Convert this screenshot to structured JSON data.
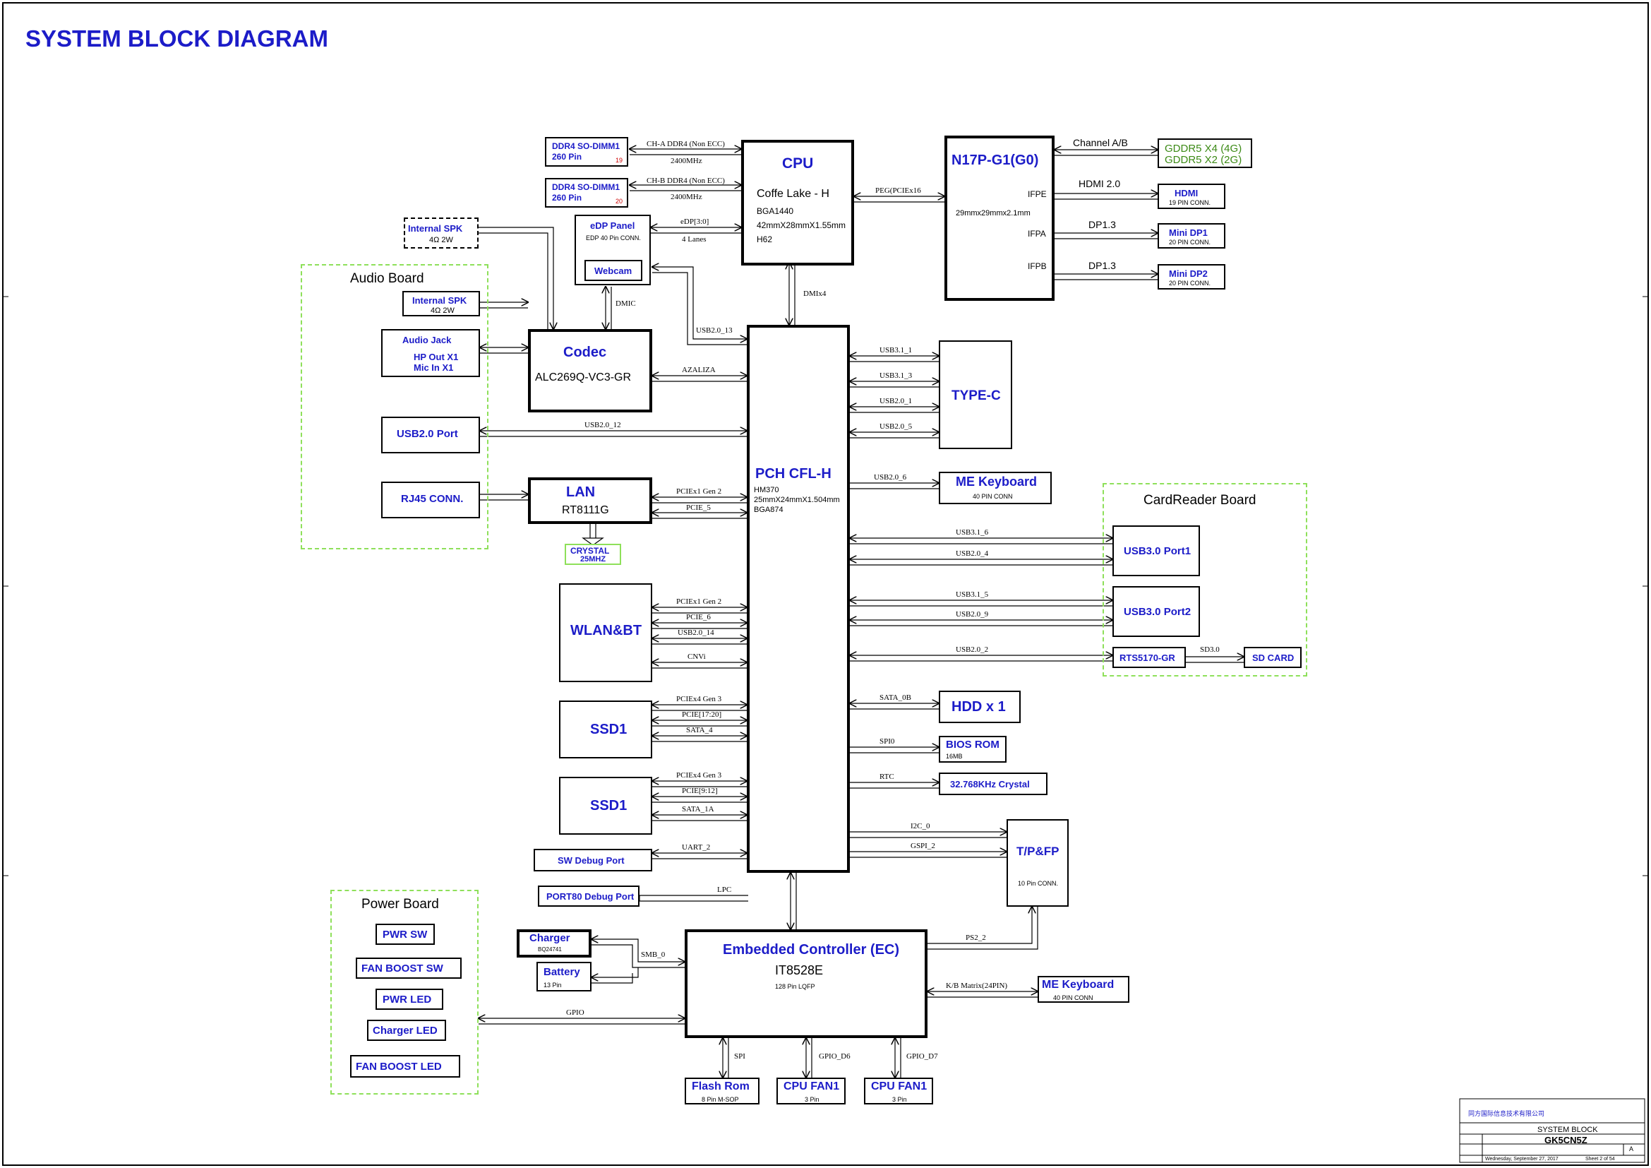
{
  "title": "SYSTEM BLOCK DIAGRAM",
  "groups": {
    "audio": "Audio Board",
    "card": "CardReader Board",
    "power": "Power Board"
  },
  "blocks": {
    "dimm1": {
      "line1": "DDR4 SO-DIMM1",
      "line2": "260 Pin",
      "page": "19"
    },
    "dimm2": {
      "line1": "DDR4 SO-DIMM1",
      "line2": "260 Pin",
      "page": "20"
    },
    "cpu": {
      "title": "CPU",
      "line1": "Coffe Lake - H",
      "line2": "BGA1440",
      "line3": "42mmX28mmX1.55mm",
      "line4": "H62"
    },
    "gpu": {
      "title": "N17P-G1(G0)",
      "ifpe": "IFPE",
      "size": "29mmx29mmx2.1mm",
      "ifpa": "IFPA",
      "ifpb": "IFPB"
    },
    "gddr": {
      "line1": "GDDR5 X4 (4G)",
      "line2": "GDDR5 X2 (2G)"
    },
    "hdmi": {
      "title": "HDMI",
      "sub": "19 PIN CONN."
    },
    "minidp1": {
      "title": "Mini DP1",
      "sub": "20 PIN CONN."
    },
    "minidp2": {
      "title": "Mini DP2",
      "sub": "20 PIN CONN."
    },
    "intspk1": {
      "title": "Internal SPK",
      "sub": "4Ω 2W"
    },
    "intspk2": {
      "title": "Internal SPK",
      "sub": "4Ω 2W"
    },
    "edp": {
      "title": "eDP Panel",
      "sub": "EDP 40 Pin CONN."
    },
    "webcam": "Webcam",
    "audiojack": {
      "line1": "Audio Jack",
      "line2": "HP Out X1",
      "line3": "Mic In X1"
    },
    "codec": {
      "title": "Codec",
      "sub": "ALC269Q-VC3-GR"
    },
    "usb2port": "USB2.0 Port",
    "rj45": "RJ45 CONN.",
    "lan": {
      "title": "LAN",
      "sub": "RT8111G"
    },
    "crystal": {
      "line1": "CRYSTAL",
      "line2": "25MHZ"
    },
    "pch": {
      "title": "PCH CFL-H",
      "line1": "HM370",
      "line2": "25mmX24mmX1.504mm",
      "line3": "BGA874"
    },
    "typec": "TYPE-C",
    "mekbd1": {
      "title": "ME Keyboard",
      "sub": "40 PIN CONN"
    },
    "usb3p1": "USB3.0 Port1",
    "usb3p2": "USB3.0 Port2",
    "rts": "RTS5170-GR",
    "sdcard": "SD CARD",
    "wlan": "WLAN&BT",
    "ssd1a": "SSD1",
    "ssd1b": "SSD1",
    "hdd": "HDD x 1",
    "bios": {
      "title": "BIOS ROM",
      "sub": "16MB"
    },
    "rtc": "32.768KHz Crystal",
    "swdebug": "SW Debug Port",
    "tpfp": {
      "title": "T/P&FP",
      "sub": "10 Pin CONN."
    },
    "port80": "PORT80 Debug Port",
    "charger": {
      "title": "Charger",
      "sub": "BQ24741"
    },
    "battery": {
      "title": "Battery",
      "sub": "13 Pin"
    },
    "ec": {
      "title": "Embedded Controller (EC)",
      "sub": "IT8528E",
      "sub2": "128 Pin LQFP"
    },
    "mekbd2": {
      "title": "ME Keyboard",
      "sub": "40 PIN CONN"
    },
    "flash": {
      "title": "Flash Rom",
      "sub": "8 Pin M-SOP"
    },
    "fan1": {
      "title": "CPU FAN1",
      "sub": "3 Pin"
    },
    "fan2": {
      "title": "CPU FAN1",
      "sub": "3 Pin"
    },
    "pwrsw": "PWR SW",
    "fanboostsw": "FAN BOOST SW",
    "pwrled": "PWR LED",
    "chgled": "Charger LED",
    "fanboostled": "FAN BOOST LED"
  },
  "signals": {
    "cha": "CH-A DDR4 (Non ECC)",
    "chafreq": "2400MHz",
    "chb": "CH-B DDR4 (Non ECC)",
    "chbfreq": "2400MHz",
    "edp": "eDP[3:0]",
    "edplanes": "4 Lanes",
    "peg": "PEG(PCIEx16",
    "channelab": "Channel A/B",
    "hdmi20": "HDMI 2.0",
    "dp13a": "DP1.3",
    "dp13b": "DP1.3",
    "dmix4": "DMIx4",
    "dmic": "DMIC",
    "usb2_13": "USB2.0_13",
    "azalia": "AZALIZA",
    "usb2_12": "USB2.0_12",
    "pcie_gen2_lan": "PCIEx1 Gen 2",
    "pcie5": "PCIE_5",
    "usb31_1": "USB3.1_1",
    "usb31_3": "USB3.1_3",
    "usb20_1": "USB2.0_1",
    "usb20_5": "USB2.0_5",
    "usb20_6": "USB2.0_6",
    "usb31_6": "USB3.1_6",
    "usb20_4": "USB2.0_4",
    "usb31_5": "USB3.1_5",
    "usb20_9": "USB2.0_9",
    "usb20_2": "USB2.0_2",
    "sd30": "SD3.0",
    "pcie_gen2_wlan": "PCIEx1 Gen 2",
    "pcie6": "PCIE_6",
    "usb20_14": "USB2.0_14",
    "cnvi": "CNVi",
    "pcie_gen3a": "PCIEx4 Gen 3",
    "pcie1720": "PCIE[17:20]",
    "sata4": "SATA_4",
    "pcie_gen3b": "PCIEx4 Gen 3",
    "pcie912": "PCIE[9:12]",
    "sata1a": "SATA_1A",
    "uart2": "UART_2",
    "sata0b": "SATA_0B",
    "spi0": "SPI0",
    "rtc": "RTC",
    "i2c0": "I2C_0",
    "gspi2": "GSPI_2",
    "lpc": "LPC",
    "ps2": "PS2_2",
    "smb0": "SMB_0",
    "kbmatrix": "K/B Matrix(24PIN)",
    "gpio": "GPIO",
    "spi": "SPI",
    "gpiod6": "GPIO_D6",
    "gpiod7": "GPIO_D7"
  },
  "titleblock": {
    "company": "同方国际信息技术有限公司",
    "sheet": "SYSTEM BLOCK",
    "docno": "GK5CN5Z",
    "rev": "A",
    "date": "Wednesday, September 27, 2017",
    "sheetno": "Sheet 2 of 54"
  }
}
